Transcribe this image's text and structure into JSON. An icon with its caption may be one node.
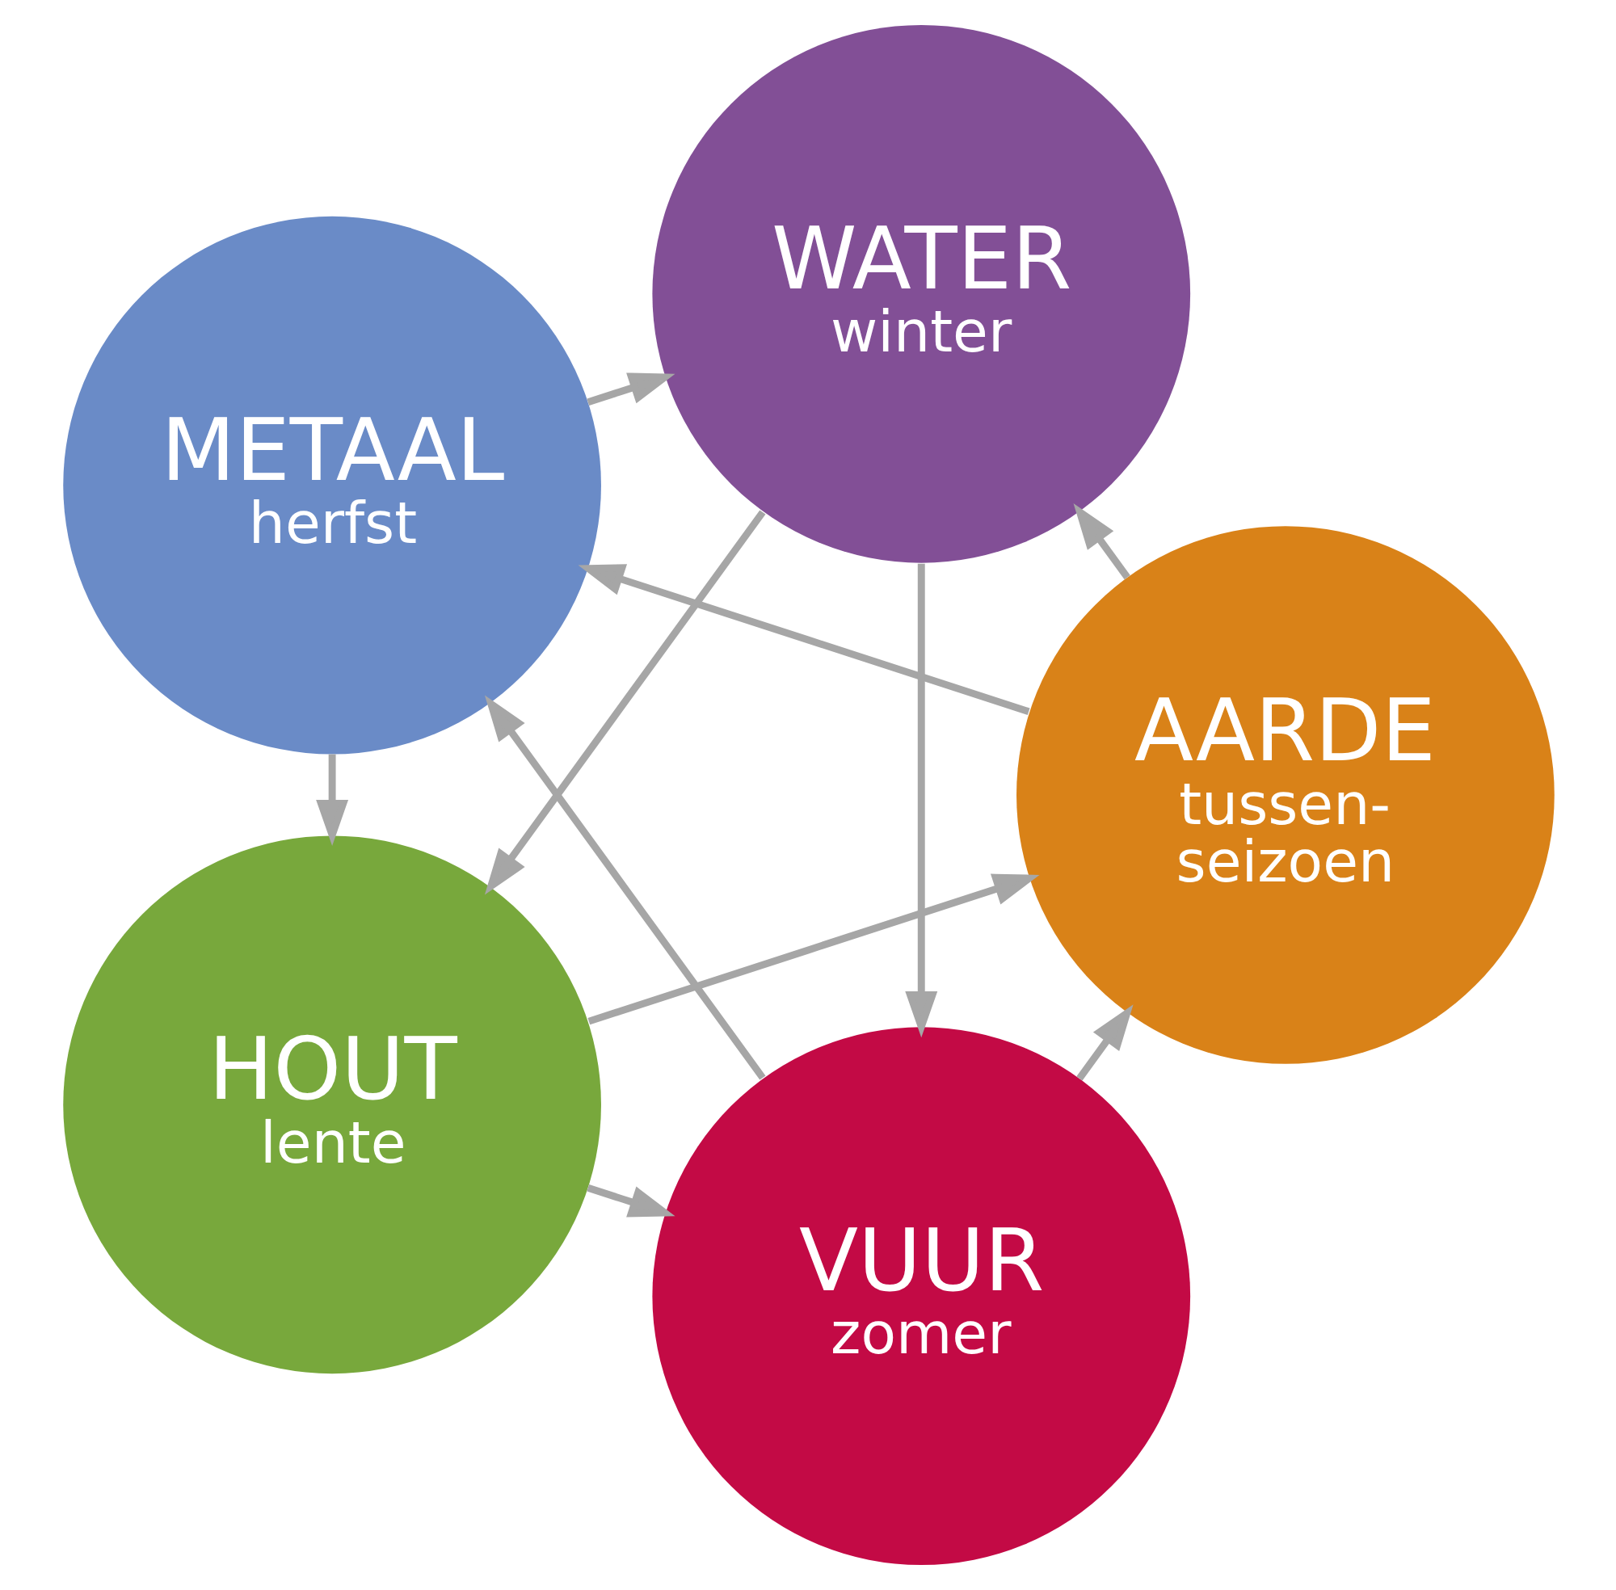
{
  "diagram": {
    "nodes": [
      {
        "text": [
          "VUUR",
          "zomer"
        ]
      },
      {
        "text": [
          "AARDE",
          "tussen- seizoen"
        ]
      },
      {
        "text": [
          "METAAL",
          "herfst"
        ]
      },
      {
        "text": [
          "WATER",
          "winter"
        ]
      },
      {
        "text": [
          "HOUT",
          "lente"
        ]
      }
    ],
    "edges": [
      {
        "from": 0,
        "to": 1,
        "arrow": "to"
      },
      {
        "from": 1,
        "to": 2,
        "arrow": "to"
      },
      {
        "from": 2,
        "to": 3,
        "arrow": "to"
      },
      {
        "from": 3,
        "to": 4,
        "arrow": "to"
      },
      {
        "from": 4,
        "to": 0,
        "arrow": "to"
      },
      {
        "from": 4,
        "to": 1,
        "arrow": "to"
      },
      {
        "from": 1,
        "to": 3,
        "arrow": "to"
      },
      {
        "from": 3,
        "to": 0,
        "arrow": "to"
      },
      {
        "from": 0,
        "to": 2,
        "arrow": "to"
      },
      {
        "from": 2,
        "to": 4,
        "arrow": "to"
      }
    ]
  }
}
